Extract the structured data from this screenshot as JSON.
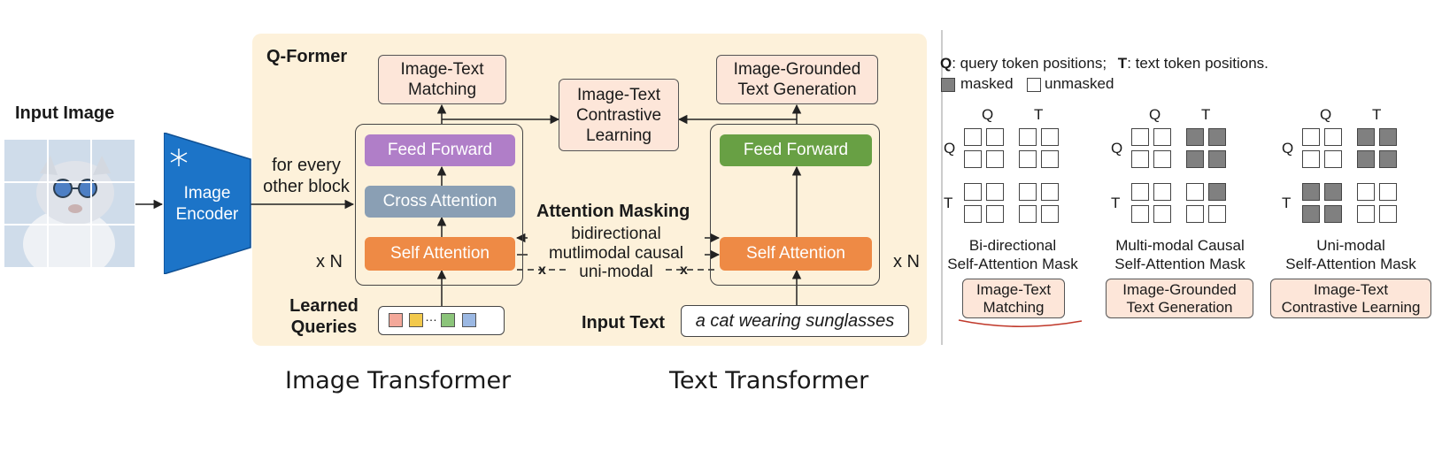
{
  "input_image": {
    "title": "Input Image"
  },
  "encoder": {
    "label_line1": "Image",
    "label_line2": "Encoder",
    "frozen_icon": "snowflake-icon"
  },
  "for_every": {
    "line1": "for every",
    "line2": "other block"
  },
  "qformer": {
    "title": "Q-Former"
  },
  "image_stack": {
    "matching_line1": "Image-Text",
    "matching_line2": "Matching",
    "feed_forward": "Feed Forward",
    "cross_attention": "Cross Attention",
    "self_attention": "Self Attention",
    "repeat": "x N"
  },
  "contrastive": {
    "line1": "Image-Text",
    "line2": "Contrastive",
    "line3": "Learning"
  },
  "text_stack": {
    "generation_line1": "Image-Grounded",
    "generation_line2": "Text Generation",
    "feed_forward": "Feed Forward",
    "self_attention": "Self Attention",
    "repeat": "x N"
  },
  "attention_masking": {
    "title": "Attention Masking",
    "bidirectional": "bidirectional",
    "causal": "mutlimodal causal",
    "unimodal": "uni-modal"
  },
  "learned_queries": {
    "line1": "Learned",
    "line2": "Queries"
  },
  "input_text": {
    "label": "Input Text",
    "value": "a cat wearing sunglasses"
  },
  "legend": {
    "q_key": "Q",
    "q_desc": ": query token positions;",
    "t_key": "T",
    "t_desc": ": text token positions.",
    "masked": "masked",
    "unmasked": "unmasked"
  },
  "masks": [
    {
      "title_line1": "Bi-directional",
      "title_line2": "Self-Attention Mask",
      "objective_line1": "Image-Text",
      "objective_line2": "Matching",
      "col_q": "Q",
      "col_t": "T",
      "row_q": "Q",
      "row_t": "T",
      "grid": [
        [
          0,
          0,
          0,
          0
        ],
        [
          0,
          0,
          0,
          0
        ],
        [
          0,
          0,
          0,
          0
        ],
        [
          0,
          0,
          0,
          0
        ]
      ]
    },
    {
      "title_line1": "Multi-modal Causal",
      "title_line2": "Self-Attention Mask",
      "objective_line1": "Image-Grounded",
      "objective_line2": "Text Generation",
      "col_q": "Q",
      "col_t": "T",
      "row_q": "Q",
      "row_t": "T",
      "grid": [
        [
          0,
          0,
          1,
          1
        ],
        [
          0,
          0,
          1,
          1
        ],
        [
          0,
          0,
          0,
          1
        ],
        [
          0,
          0,
          0,
          0
        ]
      ]
    },
    {
      "title_line1": "Uni-modal",
      "title_line2": "Self-Attention Mask",
      "objective_line1": "Image-Text",
      "objective_line2": "Contrastive Learning",
      "col_q": "Q",
      "col_t": "T",
      "row_q": "Q",
      "row_t": "T",
      "grid": [
        [
          0,
          0,
          1,
          1
        ],
        [
          0,
          0,
          1,
          1
        ],
        [
          1,
          1,
          0,
          0
        ],
        [
          1,
          1,
          0,
          0
        ]
      ]
    }
  ],
  "captions": {
    "left": "Image Transformer",
    "right": "Text Transformer"
  },
  "colors": {
    "panel": "#fdf1da",
    "objective_box": "#fde6d9",
    "feed_forward_image": "#b07ec8",
    "feed_forward_text": "#68a044",
    "cross_attention": "#8a9fb4",
    "self_attention": "#ee8a45",
    "encoder": "#1c74c8",
    "masked_cell": "#808080",
    "annotation_underline": "#c0392b"
  }
}
